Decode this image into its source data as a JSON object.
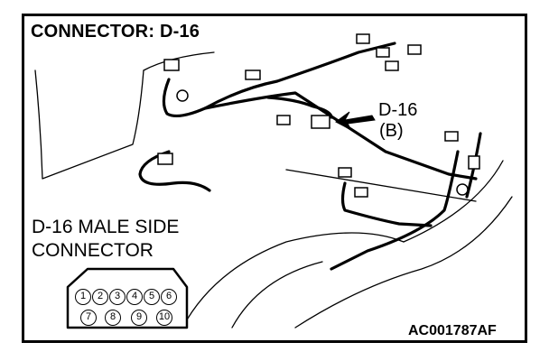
{
  "title": "CONNECTOR: D-16",
  "callout": {
    "line1": "D-16",
    "line2": "(B)"
  },
  "male_side_label": {
    "line1": "D-16 MALE SIDE",
    "line2": "CONNECTOR"
  },
  "pins_top": [
    "1",
    "2",
    "3",
    "4",
    "5",
    "6"
  ],
  "pins_bottom": [
    "7",
    "8",
    "9",
    "10"
  ],
  "reference_code": "AC001787AF",
  "colors": {
    "ink": "#000000",
    "paper": "#ffffff"
  }
}
